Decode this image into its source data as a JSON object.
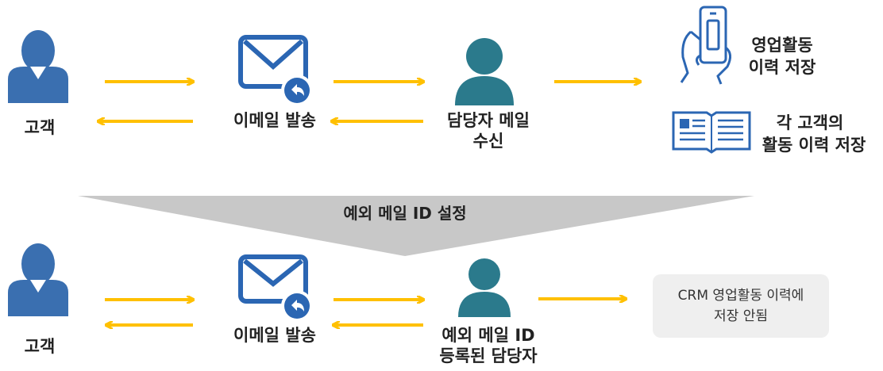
{
  "colors": {
    "customer": "#3a6fb0",
    "agent": "#2b7a8c",
    "arrow": "#ffc000",
    "icon_blue": "#2b66b3",
    "banner": "#c8c8c8",
    "note_bg": "#efefef"
  },
  "top": {
    "customer_label": "고객",
    "email_label": "이메일 발송",
    "agent_label_line1": "담당자 메일",
    "agent_label_line2": "수신",
    "log_label_line1": "영업활동",
    "log_label_line2": "이력 저장",
    "record_label_line1": "각 고객의",
    "record_label_line2": "활동 이력 저장"
  },
  "banner": {
    "text": "예외 메일 ID 설정"
  },
  "bottom": {
    "customer_label": "고객",
    "email_label": "이메일 발송",
    "agent_label_line1": "예외 메일  ID",
    "agent_label_line2": "등록된 담당자",
    "note_line1": "CRM 영업활동 이력에",
    "note_line2": "저장 안됨"
  },
  "icons": [
    "person-icon",
    "email-reply-icon",
    "person-icon",
    "phone-in-hand-icon",
    "open-book-icon"
  ]
}
